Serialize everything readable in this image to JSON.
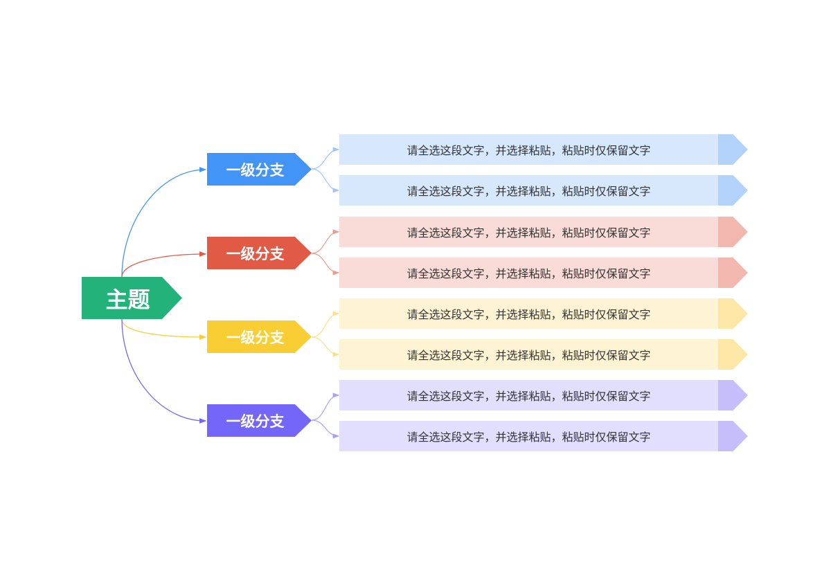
{
  "root": {
    "label": "主题",
    "color": "#22b27a"
  },
  "branches": [
    {
      "label": "一级分支",
      "color": "#4294f7",
      "leaf_color": "#d7e8fd",
      "tip_color": "#b2d2fb",
      "leaves": [
        "请全选这段文字，并选择粘贴，粘贴时仅保留文字",
        "请全选这段文字，并选择粘贴，粘贴时仅保留文字"
      ]
    },
    {
      "label": "一级分支",
      "color": "#e05a45",
      "leaf_color": "#f9dbd7",
      "tip_color": "#f2b8b0",
      "leaves": [
        "请全选这段文字，并选择粘贴，粘贴时仅保留文字",
        "请全选这段文字，并选择粘贴，粘贴时仅保留文字"
      ]
    },
    {
      "label": "一级分支",
      "color": "#f8ce34",
      "leaf_color": "#fef4d4",
      "tip_color": "#fde6a6",
      "leaves": [
        "请全选这段文字，并选择粘贴，粘贴时仅保留文字",
        "请全选这段文字，并选择粘贴，粘贴时仅保留文字"
      ]
    },
    {
      "label": "一级分支",
      "color": "#7466f8",
      "leaf_color": "#e2defd",
      "tip_color": "#c5befb",
      "leaves": [
        "请全选这段文字，并选择粘贴，粘贴时仅保留文字",
        "请全选这段文字，并选择粘贴，粘贴时仅保留文字"
      ]
    }
  ]
}
